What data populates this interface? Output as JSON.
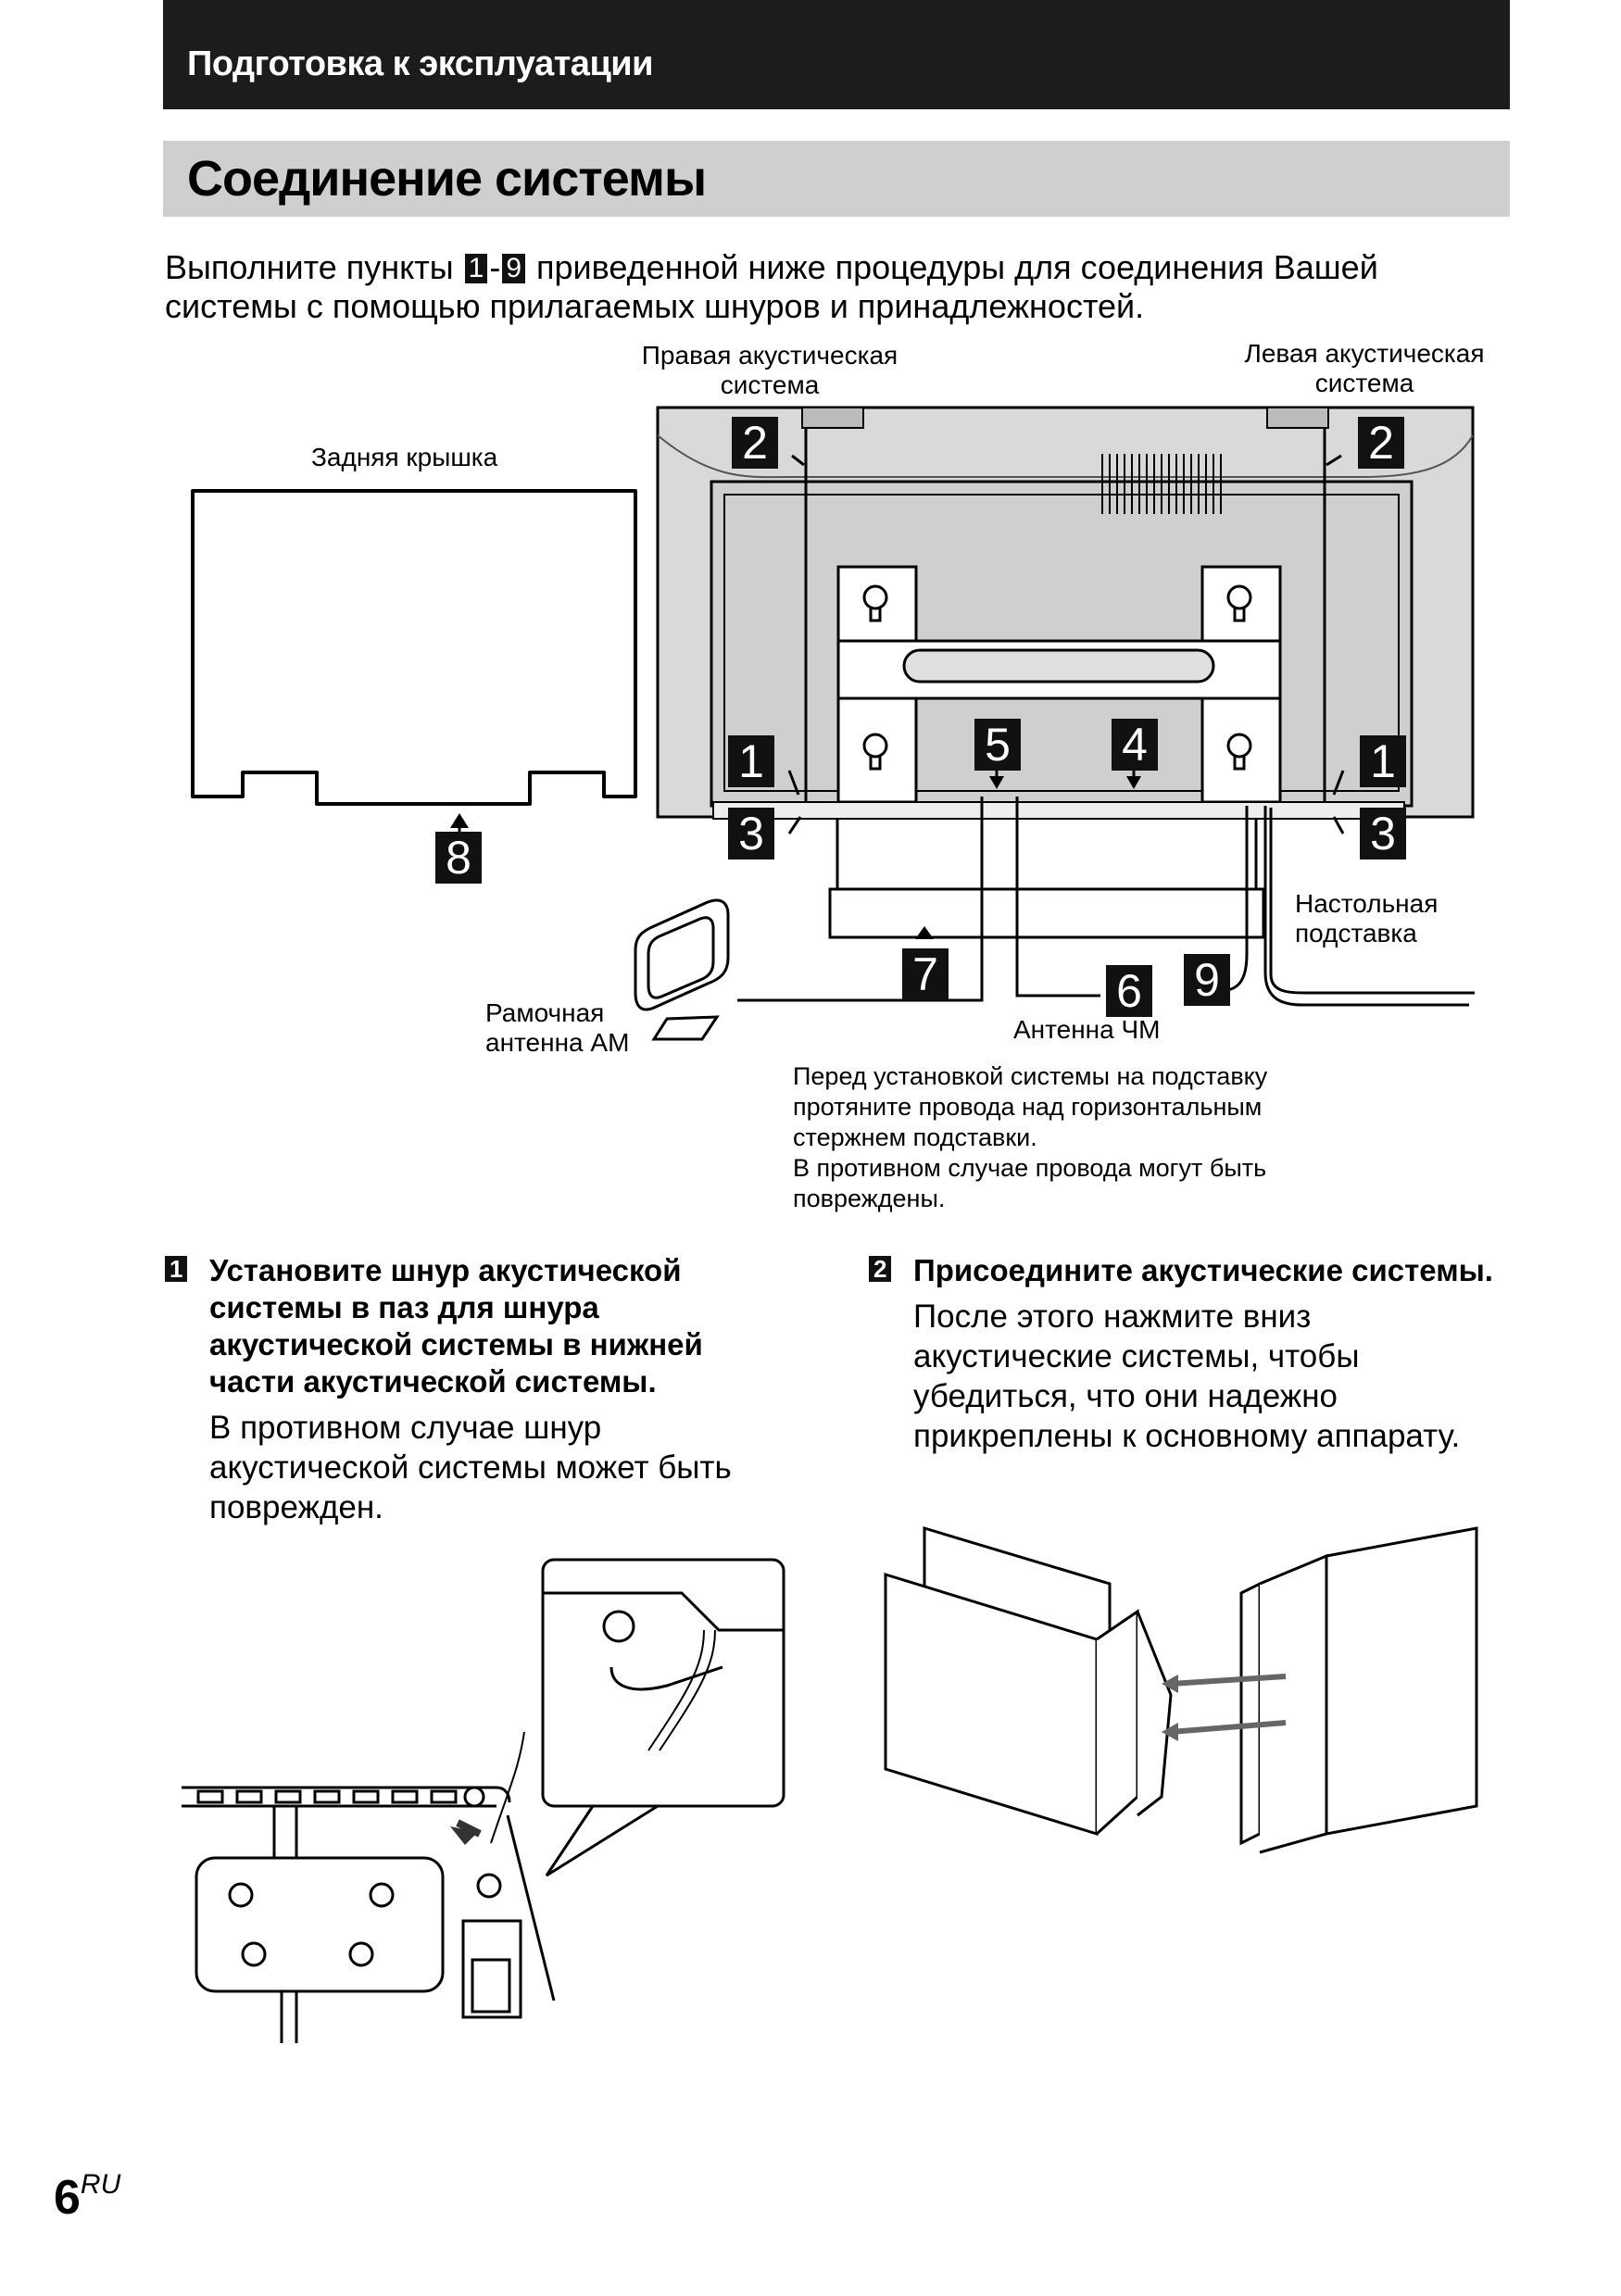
{
  "header": {
    "section": "Подготовка к эксплуатации"
  },
  "title": "Соединение системы",
  "intro": {
    "text_before": "Выполните пункты",
    "from_step": "1",
    "dash": "-",
    "to_step": "9",
    "text_after": "приведенной ниже процедуры для соединения Вашей системы с помощью прилагаемых шнуров и принадлежностей."
  },
  "diagram": {
    "labels": {
      "right_speaker": "Правая акустическая система",
      "left_speaker": "Левая акустическая система",
      "rear_cover": "Задняя крышка",
      "table_stand": "Настольная подставка",
      "am_antenna": "Рамочная антенна AM",
      "fm_antenna": "Антенна ЧМ"
    },
    "note": [
      "Перед установкой системы на подставку",
      "протяните провода над горизонтальным",
      "стержнем подставки.",
      "В противном случае провода могут быть",
      "повреждены."
    ],
    "callouts": {
      "c1": "1",
      "c2": "2",
      "c3": "3",
      "c4": "4",
      "c5": "5",
      "c6": "6",
      "c7": "7",
      "c8": "8",
      "c9": "9"
    }
  },
  "steps": [
    {
      "num": "1",
      "heading": "Установите шнур акустической системы в паз для шнура акустической системы в нижней части акустической системы.",
      "body": "В противном случае шнур акустической системы может быть поврежден."
    },
    {
      "num": "2",
      "heading": "Присоедините акустические системы.",
      "body": "После этого нажмите вниз акустические системы, чтобы убедиться, что они надежно прикреплены к основному аппарату."
    }
  ],
  "footer": {
    "page": "6",
    "suffix": "RU"
  }
}
